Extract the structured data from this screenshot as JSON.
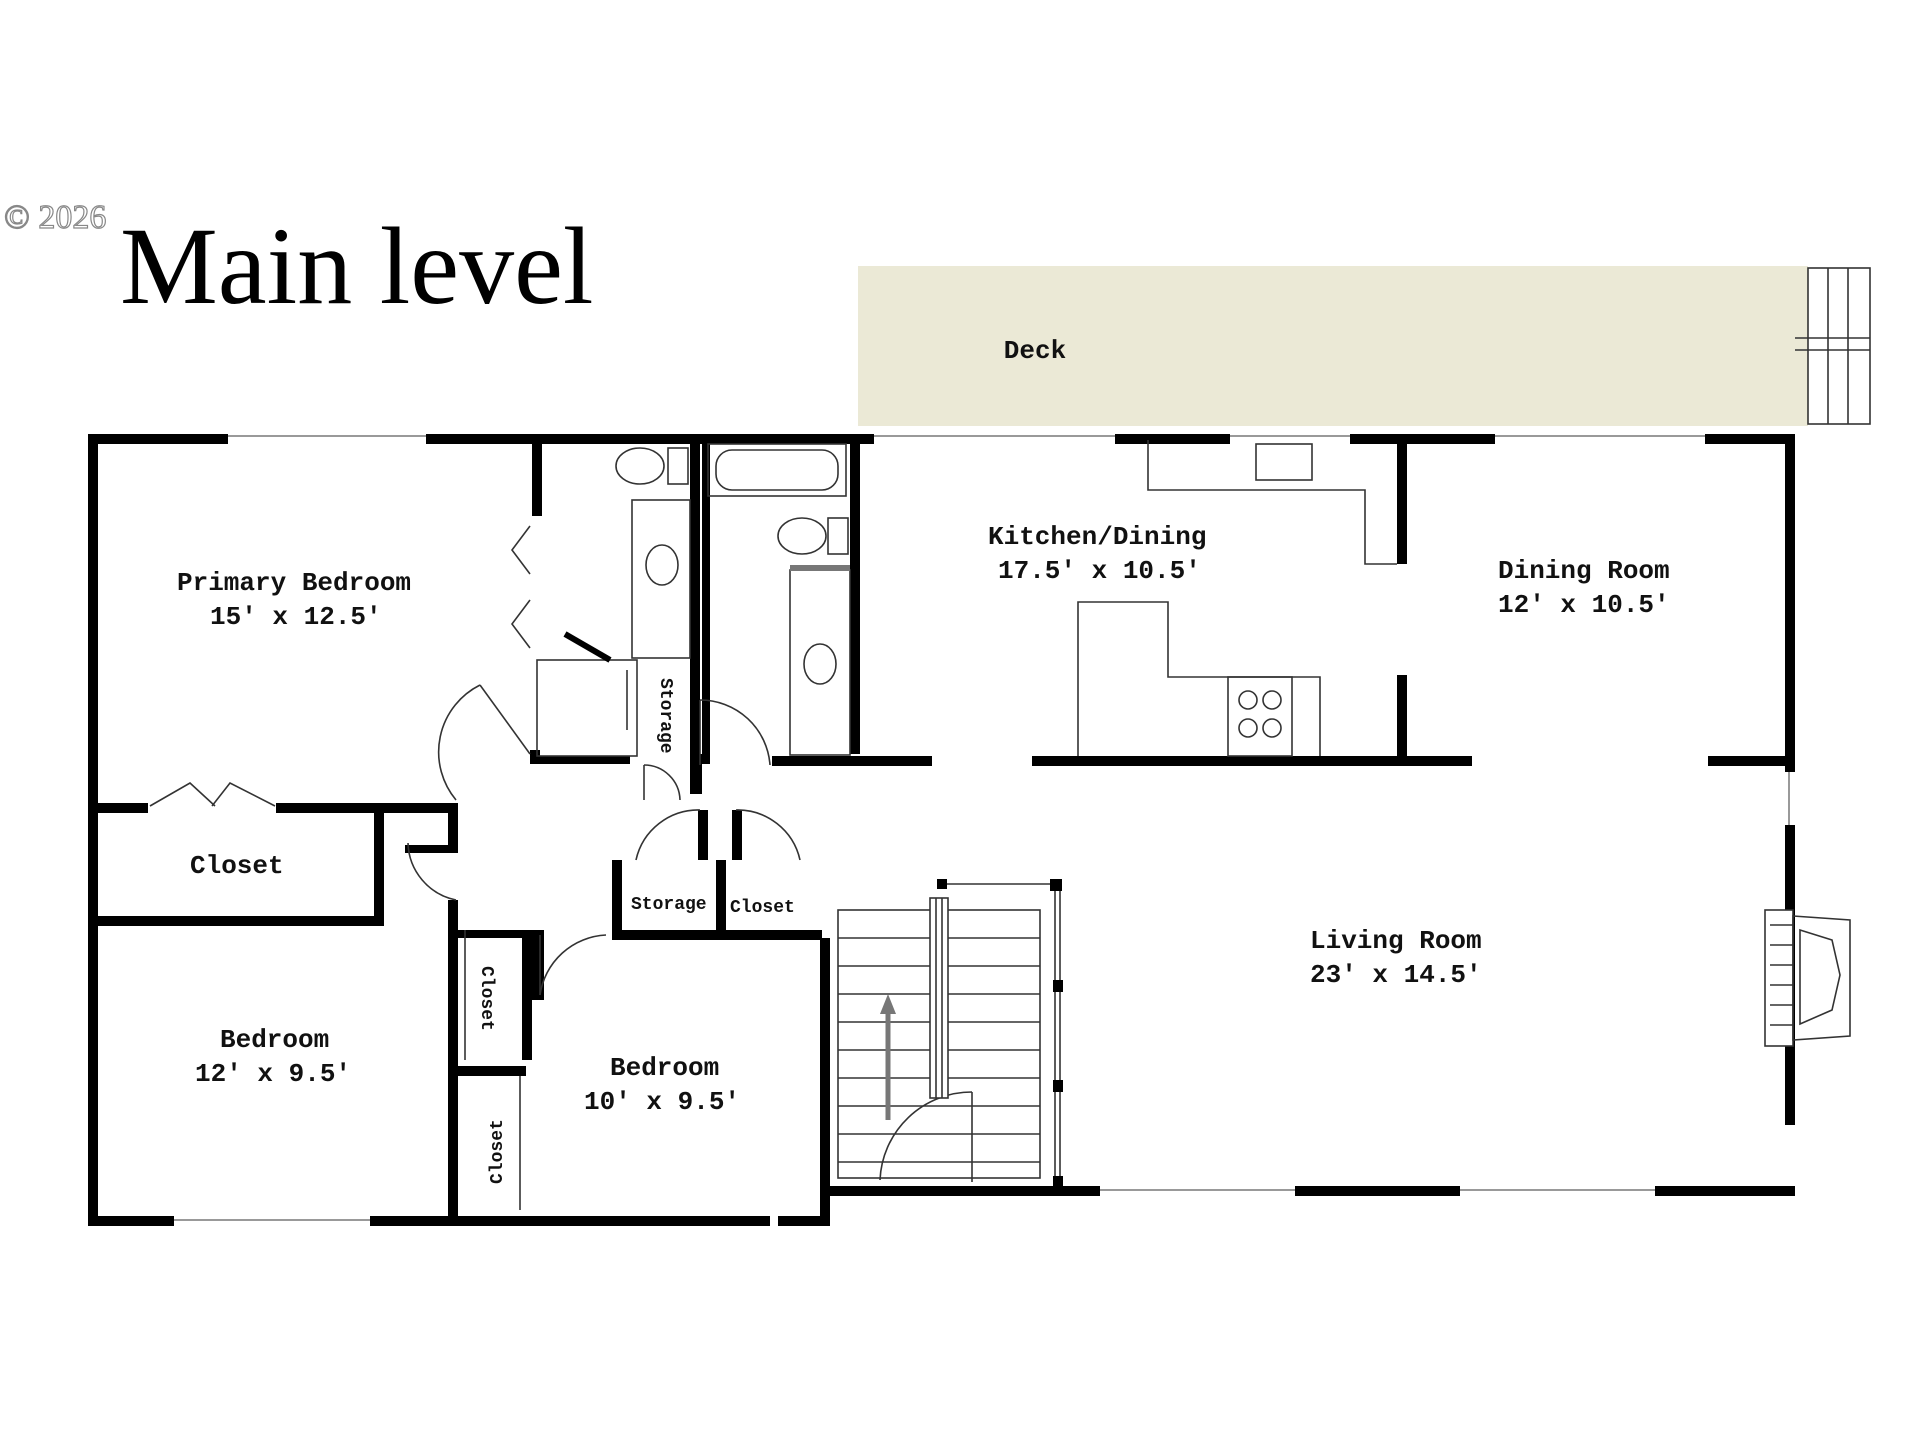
{
  "copyright": "© 2026",
  "title": "Main level",
  "rooms": {
    "deck": {
      "name": "Deck"
    },
    "kitchen": {
      "name": "Kitchen/Dining",
      "size": "17.5' x 10.5'"
    },
    "dining": {
      "name": "Dining Room",
      "size": "12' x 10.5'"
    },
    "primary": {
      "name": "Primary Bedroom",
      "size": "15' x 12.5'"
    },
    "closet_primary": {
      "name": "Closet"
    },
    "bedroom1": {
      "name": "Bedroom",
      "size": "12' x 9.5'"
    },
    "bedroom2": {
      "name": "Bedroom",
      "size": "10' x 9.5'"
    },
    "living": {
      "name": "Living Room",
      "size": "23' x 14.5'"
    },
    "storage_bath": {
      "name": "Storage"
    },
    "storage_hall": {
      "name": "Storage"
    },
    "closet_hall": {
      "name": "Closet"
    },
    "closet_b1_upper": {
      "name": "Closet"
    },
    "closet_b1_lower": {
      "name": "Closet"
    }
  },
  "colors": {
    "deck_fill": "#ebe9d6",
    "wall": "#000000"
  }
}
